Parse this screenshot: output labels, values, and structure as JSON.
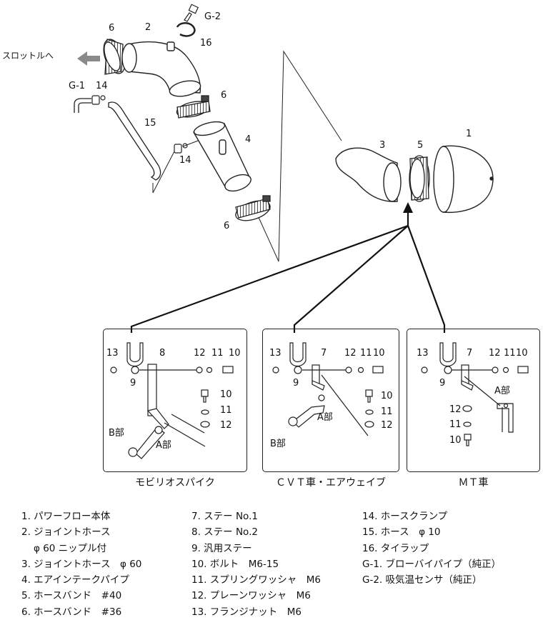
{
  "direction_label": "スロットルへ",
  "callouts": {
    "n1": "1",
    "n2": "2",
    "n3": "3",
    "n4": "4",
    "n5": "5",
    "n6a": "6",
    "n6b": "6",
    "n6c": "6",
    "n14a": "14",
    "n14b": "14",
    "n15": "15",
    "n16": "16",
    "g1": "G-1",
    "g2": "G-2"
  },
  "panels": [
    {
      "caption": "モビリオスパイク",
      "top_labels": [
        "13",
        "8",
        "12",
        "11",
        "10"
      ],
      "label_9": "9",
      "side_labels": [
        "10",
        "11",
        "12"
      ],
      "label_a": "A部",
      "label_b": "B部"
    },
    {
      "caption": "ＣＶＴ車・エアウェイブ",
      "top_labels": [
        "13",
        "7",
        "12",
        "11",
        "10"
      ],
      "label_9": "9",
      "side_labels": [
        "10",
        "11",
        "12"
      ],
      "label_a": "A部",
      "label_b": "B部"
    },
    {
      "caption": "ＭＴ車",
      "top_labels": [
        "13",
        "7",
        "12",
        "11",
        "10"
      ],
      "label_9": "9",
      "side_labels": [
        "12",
        "11",
        "10"
      ],
      "label_a": "A部"
    }
  ],
  "legend": {
    "col1": [
      "1. パワーフロー本体",
      "2. ジョイントホース",
      "φ 60 ニップル付",
      "3. ジョイントホース　φ 60",
      "4. エアインテークパイプ",
      "5. ホースバンド　#40",
      "6. ホースバンド　#36"
    ],
    "col2": [
      "7. ステー No.1",
      "8. ステー No.2",
      "9. 汎用ステー",
      "10. ボルト　M6-15",
      "11. スプリングワッシャ　M6",
      "12. プレーンワッシャ　M6",
      "13. フランジナット　M6"
    ],
    "col3": [
      "14. ホースクランプ",
      "15. ホース　φ 10",
      "16. タイラップ",
      "G-1. ブローバイパイプ（純正）",
      "G-2. 吸気温センサ（純正）"
    ]
  },
  "colors": {
    "line": "#222222",
    "arrow": "#8a8a8a",
    "fill": "#ffffff"
  }
}
